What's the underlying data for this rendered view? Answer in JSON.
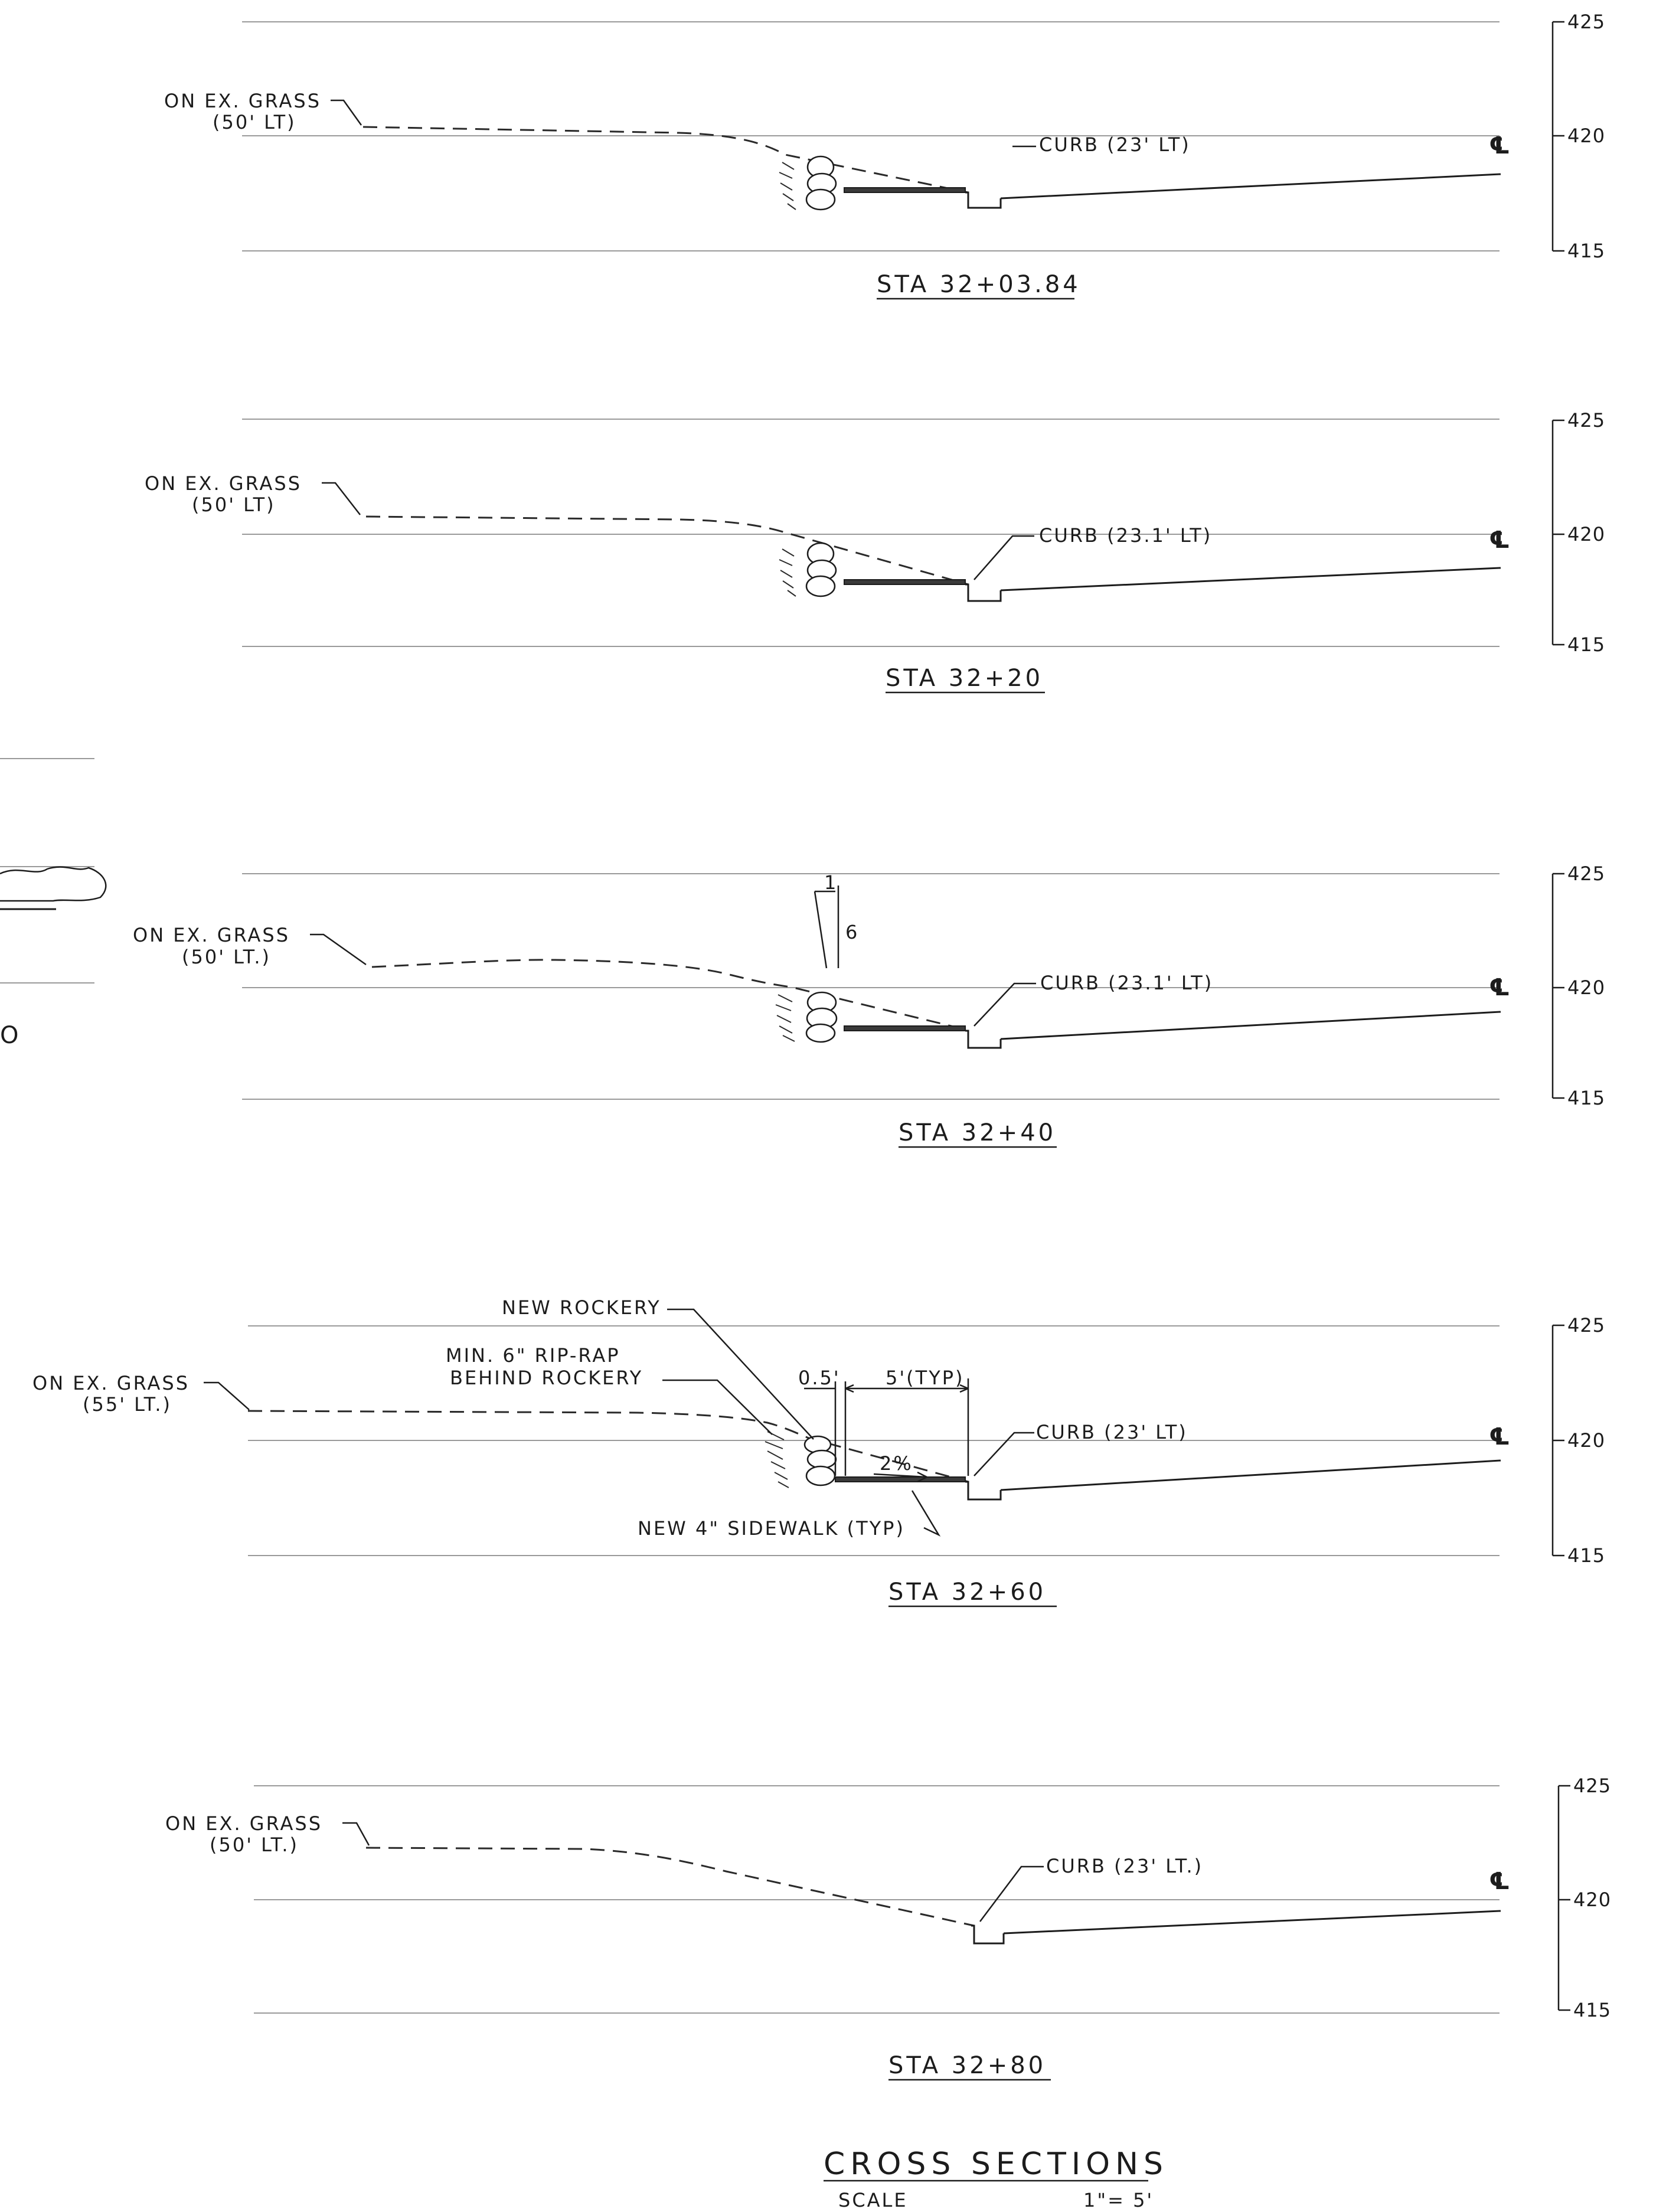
{
  "sheet": {
    "title": "CROSS SECTIONS",
    "scale_label": "SCALE",
    "scale_value": "1\"= 5'"
  },
  "sections": [
    {
      "station": "STA 32+03.84",
      "grass_label_line1": "ON EX. GRASS",
      "grass_label_line2": "(50' LT)",
      "curb_label": "CURB (23' LT)",
      "centerline": "℄",
      "elevations": [
        "425",
        "420",
        "415"
      ]
    },
    {
      "station": "STA 32+20",
      "grass_label_line1": "ON EX. GRASS",
      "grass_label_line2": "(50' LT)",
      "curb_label": "CURB (23.1' LT)",
      "centerline": "℄",
      "elevations": [
        "425",
        "420",
        "415"
      ]
    },
    {
      "station": "STA 32+40",
      "grass_label_line1": "ON EX. GRASS",
      "grass_label_line2": "(50' LT.)",
      "curb_label": "CURB (23.1' LT)",
      "centerline": "℄",
      "slope_ratio_top": "1",
      "slope_ratio_side": "6",
      "elevations": [
        "425",
        "420",
        "415"
      ]
    },
    {
      "station": "STA 32+60",
      "grass_label_line1": "ON EX. GRASS",
      "grass_label_line2": "(55' LT.)",
      "curb_label": "CURB (23' LT)",
      "centerline": "℄",
      "rockery_label": "NEW ROCKERY",
      "riprap_label_line1": "MIN. 6\" RIP-RAP",
      "riprap_label_line2": "BEHIND ROCKERY",
      "offset_dim": "0.5'",
      "width_dim": "5'(TYP)",
      "cross_slope": "2%",
      "sidewalk_label": "NEW 4\" SIDEWALK (TYP)",
      "elevations": [
        "425",
        "420",
        "415"
      ]
    },
    {
      "station": "STA 32+80",
      "grass_label_line1": "ON EX. GRASS",
      "grass_label_line2": "(50' LT.)",
      "curb_label": "CURB (23' LT.)",
      "centerline": "℄",
      "elevations": [
        "425",
        "420",
        "415"
      ]
    }
  ],
  "adjacent_sheet": {
    "partial_text": "O"
  }
}
